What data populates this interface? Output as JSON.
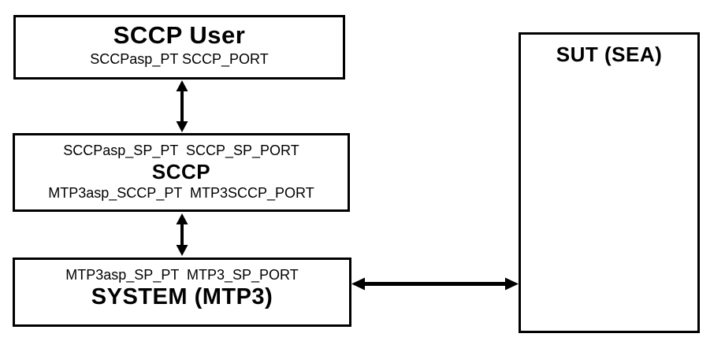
{
  "diagram": {
    "boxes": {
      "sccp_user": {
        "title": "SCCP User",
        "ports": "SCCPasp_PT SCCP_PORT"
      },
      "sccp": {
        "top_ports": "SCCPasp_SP_PT  SCCP_SP_PORT",
        "title": "SCCP",
        "bottom_ports": "MTP3asp_SCCP_PT  MTP3SCCP_PORT"
      },
      "system_mtp3": {
        "top_ports": "MTP3asp_SP_PT  MTP3_SP_PORT",
        "title": "SYSTEM (MTP3)"
      },
      "sut": {
        "title": "SUT (SEA)"
      }
    },
    "connectors": [
      {
        "name": "arrow-sccpuser-sccp",
        "type": "double-headed-vertical"
      },
      {
        "name": "arrow-sccp-system",
        "type": "double-headed-vertical"
      },
      {
        "name": "arrow-system-sut",
        "type": "double-headed-horizontal"
      }
    ],
    "colors": {
      "background": "#ffffff",
      "line": "#000000",
      "text": "#000000"
    }
  }
}
